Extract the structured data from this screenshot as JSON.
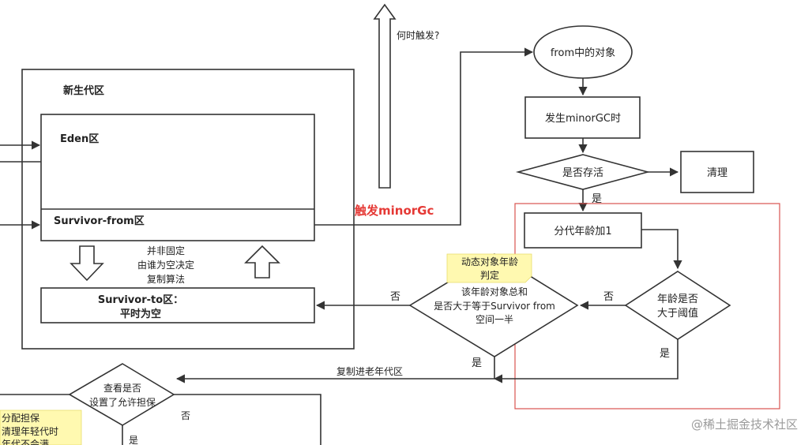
{
  "diagram": {
    "young_gen": {
      "label": "新生代区"
    },
    "eden": {
      "label": "Eden区"
    },
    "survivor_from": {
      "label": "Survivor-from区"
    },
    "survivor_to": {
      "line1": "Survivor-to区：",
      "line2": "平时为空"
    },
    "not_fixed_note": {
      "line1": "并非固定",
      "line2": "由谁为空决定",
      "line3": "复制算法"
    },
    "when_trigger": {
      "label": "何时触发?"
    },
    "trigger_minorgc": {
      "label": "触发minorGc",
      "color": "#e53935"
    },
    "from_objects": {
      "label": "from中的对象"
    },
    "minorgc_happen": {
      "label": "发生minorGC时"
    },
    "is_alive": {
      "label": "是否存活"
    },
    "clean": {
      "label": "清理"
    },
    "age_plus": {
      "label": "分代年龄加1"
    },
    "age_threshold": {
      "line1": "年龄是否",
      "line2": "大于阈值"
    },
    "dynamic_age": {
      "line1": "动态对象年龄",
      "line2": "判定"
    },
    "half_space": {
      "line1": "该年龄对象总和",
      "line2": "是否大于等于Survivor from",
      "line3": "空间一半"
    },
    "copy_old": {
      "label": "复制进老年代区"
    },
    "check_guarantee": {
      "line1": "查看是否",
      "line2": "设置了允许担保"
    },
    "allocation_note": {
      "line1": "分配担保",
      "line2": "清理年轻代时",
      "line3": "年代不会满"
    },
    "edge_labels": {
      "yes_alive": "是",
      "no_age": "否",
      "yes_age": "是",
      "no_half": "否",
      "yes_half": "是",
      "no_guarantee": "否",
      "yes_guarantee": "是"
    },
    "red_region_color": "#d9534f",
    "note_color": "#fff9b0"
  },
  "watermark": {
    "label": "@稀土掘金技术社区"
  }
}
